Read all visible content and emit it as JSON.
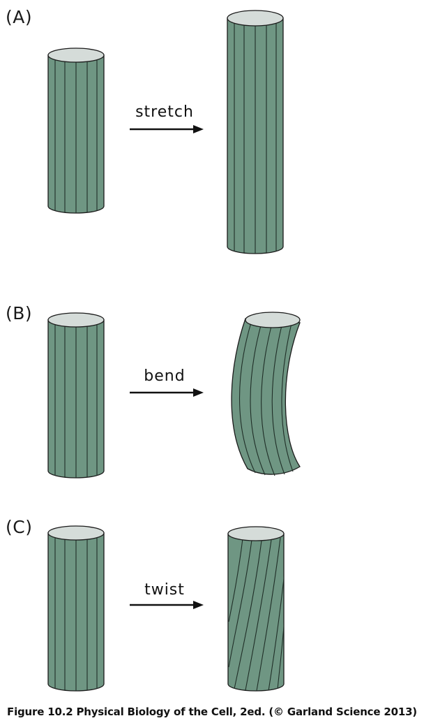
{
  "panels": [
    {
      "label": "(A)",
      "action": "stretch"
    },
    {
      "label": "(B)",
      "action": "bend"
    },
    {
      "label": "(C)",
      "action": "twist"
    }
  ],
  "caption": "Figure 10.2  Physical Biology of the Cell, 2ed. (© Garland Science 2013)",
  "colors": {
    "cylinder_body": "#6f9683",
    "cylinder_top": "#d5dcd9",
    "stripe": "#1f2e27",
    "outline": "#1a1a1a",
    "arrow": "#111111"
  }
}
